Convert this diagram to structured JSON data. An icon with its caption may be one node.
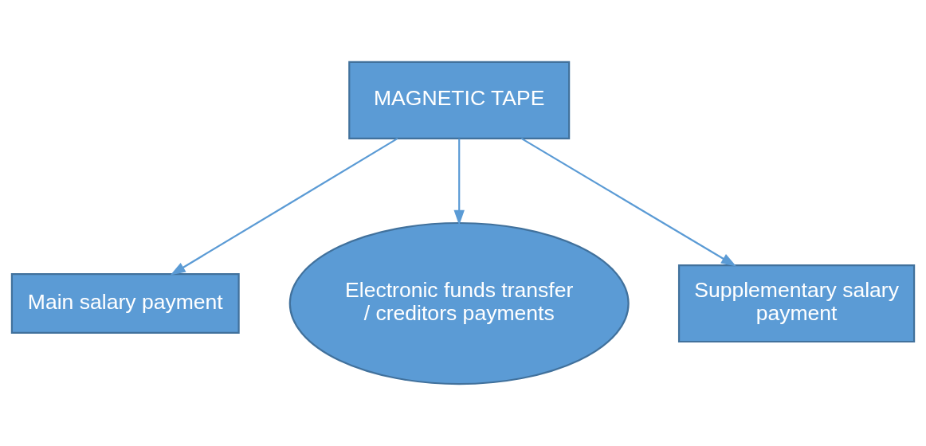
{
  "diagram": {
    "nodes": [
      {
        "text": [
          "MAGNETIC TAPE"
        ]
      },
      {
        "text": [
          "Main salary payment"
        ]
      },
      {
        "text": [
          "Electronic funds transfer / creditors payments"
        ]
      },
      {
        "text": [
          "Supplementary salary payment"
        ]
      }
    ],
    "edges": [
      {
        "from": 0,
        "to": 1,
        "arrow": "to"
      },
      {
        "from": 0,
        "to": 2,
        "arrow": "to"
      },
      {
        "from": 0,
        "to": 3,
        "arrow": "to"
      }
    ]
  }
}
